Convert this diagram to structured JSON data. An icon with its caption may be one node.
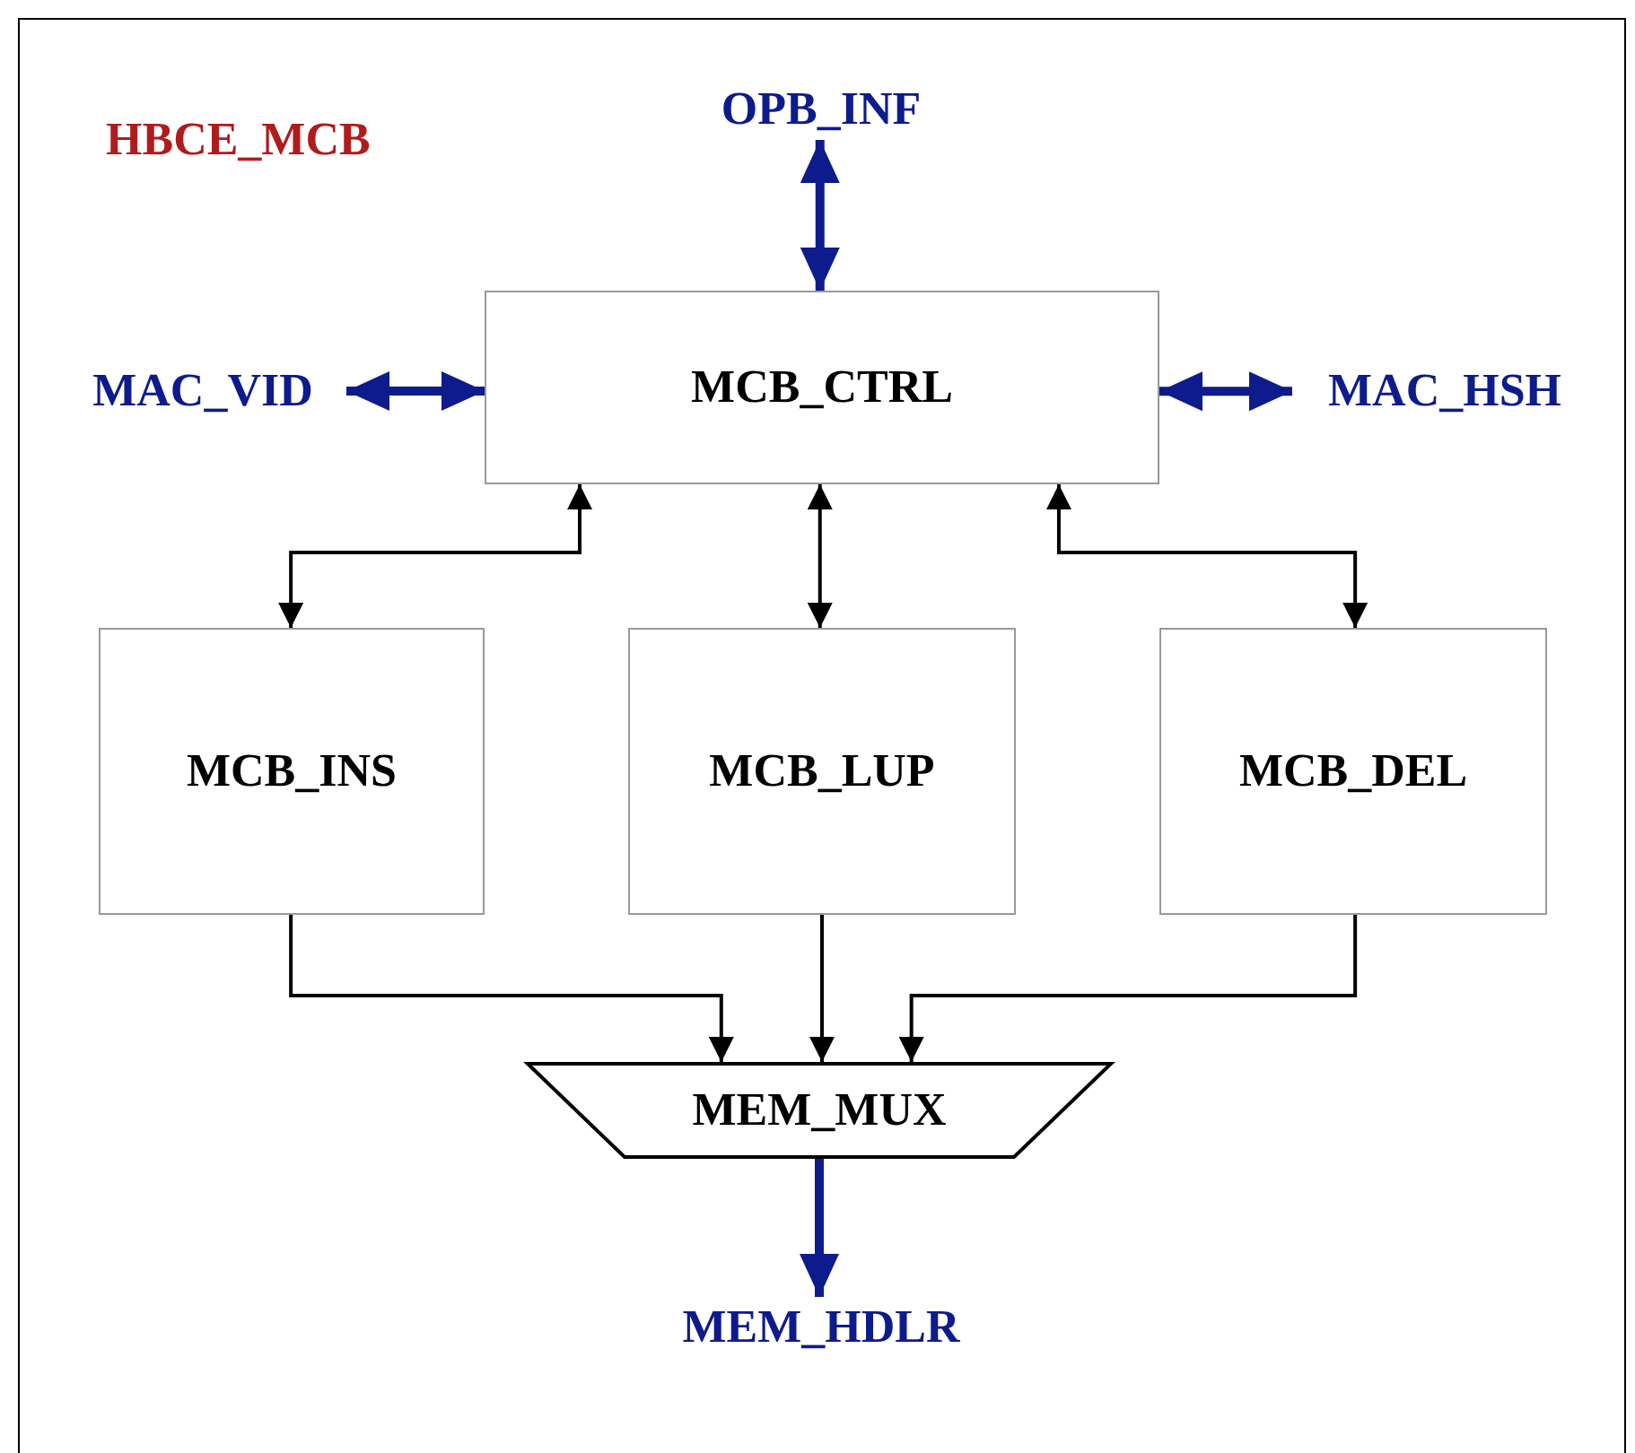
{
  "diagram": {
    "nodes": [
      {
        "text": [
          "HBCE_MCB"
        ]
      },
      {
        "text": [
          "OPB_INF"
        ],
        "in": 0
      },
      {
        "text": [
          "MAC_VID"
        ],
        "in": 0
      },
      {
        "text": [
          "MCB_CTRL"
        ],
        "in": 0
      },
      {
        "text": [
          "MAC_HSH"
        ],
        "in": 0
      },
      {
        "text": [
          "MCB_INS"
        ],
        "in": 0
      },
      {
        "text": [
          "MCB_LUP"
        ],
        "in": 0
      },
      {
        "text": [
          "MCB_DEL"
        ],
        "in": 0
      },
      {
        "text": [
          "MEM_MUX"
        ],
        "in": 0
      },
      {
        "text": [
          "MEM_HDLR"
        ],
        "in": 0
      }
    ],
    "edges": [
      {
        "from": 3,
        "to": 1,
        "arrow": "both",
        "style": "thick",
        "color": "#0d1b8c"
      },
      {
        "from": 2,
        "to": 3,
        "arrow": "both",
        "style": "thick",
        "color": "#0d1b8c"
      },
      {
        "from": 3,
        "to": 4,
        "arrow": "both",
        "style": "thick",
        "color": "#0d1b8c"
      },
      {
        "from": 3,
        "to": 5,
        "arrow": "both"
      },
      {
        "from": 3,
        "to": 6,
        "arrow": "both"
      },
      {
        "from": 3,
        "to": 7,
        "arrow": "both"
      },
      {
        "from": 5,
        "to": 8,
        "arrow": "to"
      },
      {
        "from": 6,
        "to": 8,
        "arrow": "to"
      },
      {
        "from": 7,
        "to": 8,
        "arrow": "to"
      },
      {
        "from": 8,
        "to": 9,
        "arrow": "to",
        "style": "thick",
        "color": "#0d1b8c"
      }
    ]
  }
}
